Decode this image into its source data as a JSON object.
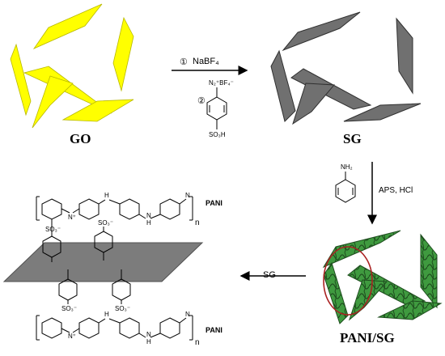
{
  "labels": {
    "go": "GO",
    "sg": "SG",
    "pani_sg": "PANI/SG",
    "sg_sheet": "SG",
    "pani_top": "PANI",
    "pani_bottom": "PANI",
    "n_top": "n",
    "n_bottom": "n"
  },
  "steps": {
    "step1_num": "①",
    "step1_reagent": "NaBF₄",
    "step2_num": "②",
    "diazonium": "N₂⁺BF₄⁻",
    "sulfonic": "SO₃H",
    "aniline_nh2": "NH₂",
    "aps_hcl": "APS, HCl"
  },
  "chem": {
    "so3_1": "SO₃⁻",
    "so3_2": "SO₃⁻",
    "so3_3": "SO₃⁻",
    "so3_4": "SO₃⁻",
    "nh_plus_1": "N⁺",
    "nh_plus_2": "N⁺",
    "nh_1": "H",
    "nh_2": "H",
    "nh_3": "H",
    "nh_4": "H",
    "n_dots_1": "N",
    "n_dots_2": "N",
    "n_end_1": "N",
    "n_end_2": "N"
  },
  "colors": {
    "go_sheet": "#ffff00",
    "sg_sheet": "#707070",
    "composite": "#2e8b2e",
    "ring": "#aa2222"
  }
}
